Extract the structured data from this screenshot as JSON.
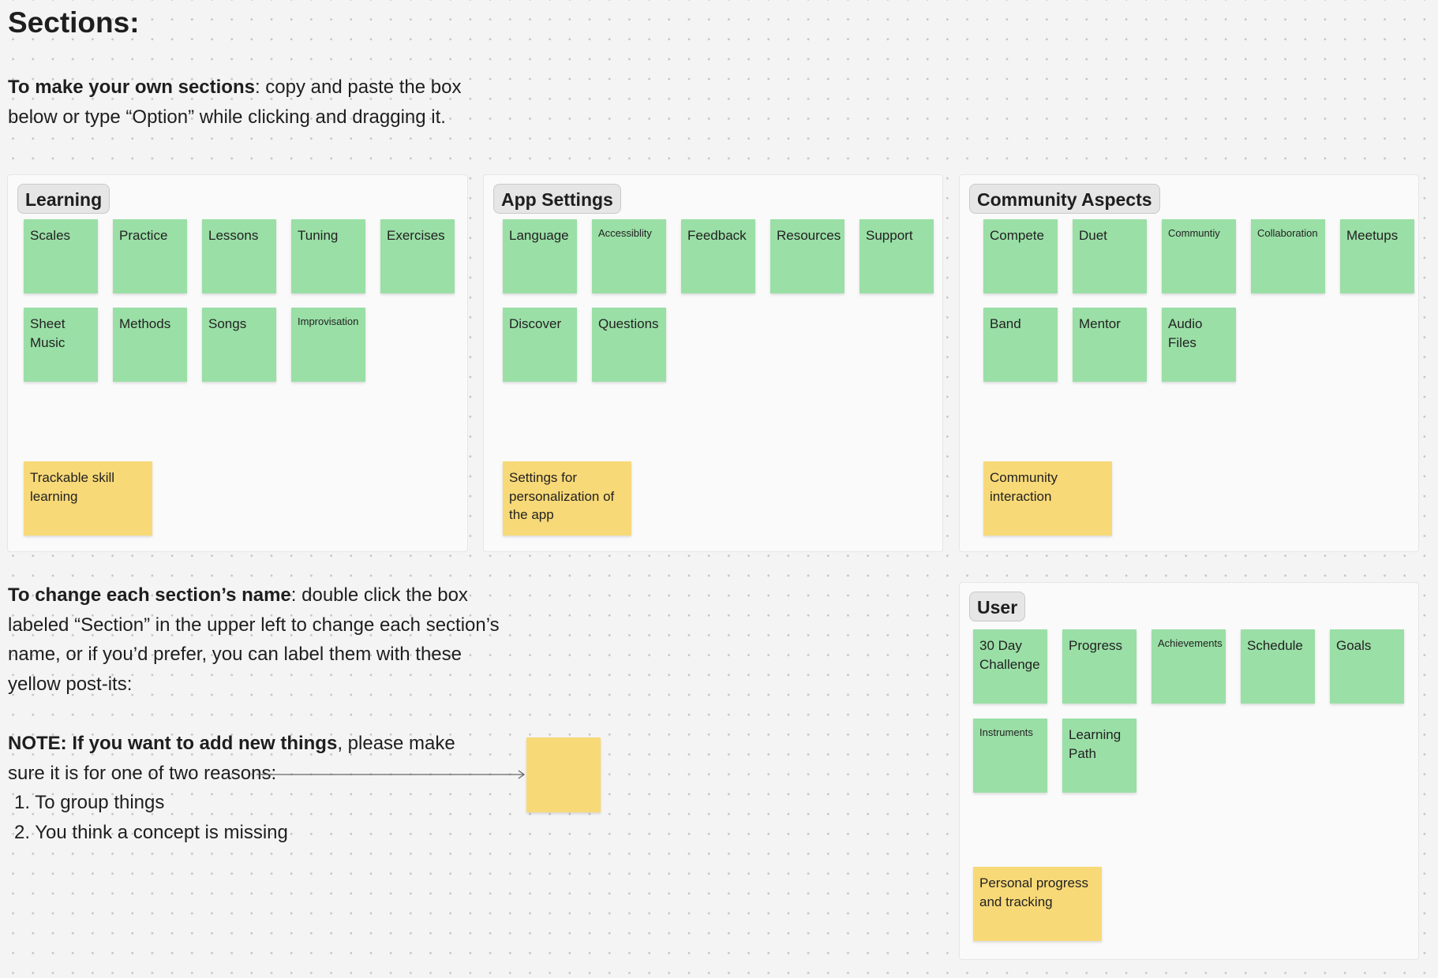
{
  "title": "Sections:",
  "intro": {
    "bold": "To make your own sections",
    "text": ": copy and paste the box below or type “Option” while clicking and dragging it."
  },
  "rename": {
    "bold": "To change each section’s name",
    "text": ": double click the box labeled “Section” in the upper left to change each section’s name, or if you’d prefer, you can label them with these yellow post-its:"
  },
  "note": {
    "bold": "NOTE: If you want to add new things",
    "text": ", please make sure it is for one of two reasons:",
    "items": [
      "1.  To group things",
      "2.  You think a concept is missing"
    ]
  },
  "colors": {
    "green_sticky": "#9adfa6",
    "yellow_sticky": "#f8d977"
  },
  "sections": [
    {
      "name": "Learning",
      "stickies": [
        "Scales",
        "Practice",
        "Lessons",
        "Tuning",
        "Exercises",
        "Sheet Music",
        "Methods",
        "Songs",
        "Improvisation"
      ],
      "summary": "Trackable skill learning"
    },
    {
      "name": "App Settings",
      "stickies": [
        "Language",
        "Accessiblity",
        "Feedback",
        "Resources",
        "Support",
        "Discover",
        "Questions"
      ],
      "summary": "Settings for personalization of the app"
    },
    {
      "name": "Community Aspects",
      "stickies": [
        "Compete",
        "Duet",
        "Communtiy",
        "Collaboration",
        "Meetups",
        "Band",
        "Mentor",
        "Audio Files"
      ],
      "summary": "Community interaction"
    },
    {
      "name": "User",
      "stickies": [
        "30 Day Challenge",
        "Progress",
        "Achievements",
        "Schedule",
        "Goals",
        "Instruments",
        "Learning Path"
      ],
      "summary": "Personal progress and tracking"
    }
  ]
}
